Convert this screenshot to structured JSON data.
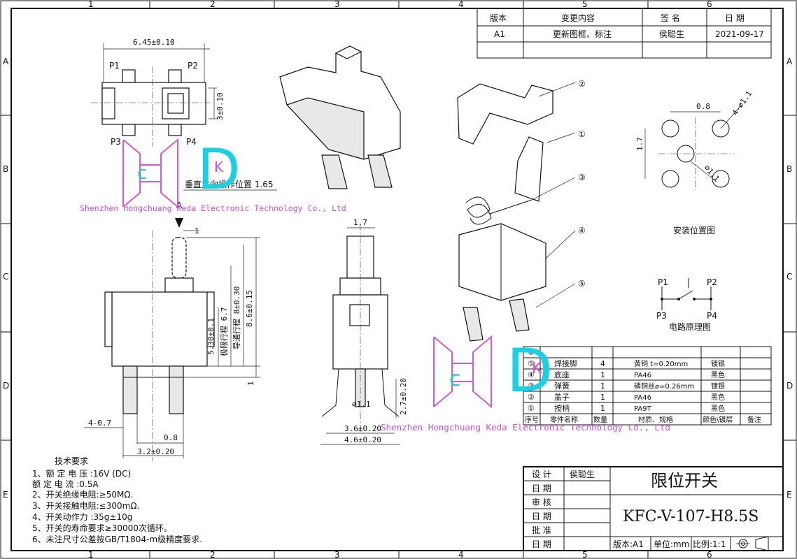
{
  "frame": {
    "columns": [
      "1",
      "2",
      "3",
      "4",
      "5",
      "6"
    ],
    "rows": [
      "A",
      "B",
      "C",
      "D",
      "E"
    ]
  },
  "revision_table": {
    "headers": [
      "版本",
      "变更内容",
      "签 名",
      "日 期"
    ],
    "row": [
      "A1",
      "更新图框、标注",
      "侯聪生",
      "2021-09-17"
    ]
  },
  "watermark": {
    "company": "Shenzhen Hongchuang Keda Electronic Technology Co., Ltd",
    "logo_letters": [
      "H",
      "c",
      "D",
      "K"
    ]
  },
  "front_view": {
    "width_dim": "6.45±0.10",
    "height_dim": "3±0.10",
    "pins": [
      "P1",
      "P2",
      "P3",
      "P4"
    ],
    "op_position": "垂直方向操作位置 1.65",
    "arrow_label": "A"
  },
  "side_view": {
    "dims": [
      "1",
      "5.30±0.1",
      "极限行程 6.7",
      "导通行程 8±0.30",
      "8.6±0.15",
      "1",
      "4-0.7",
      "0.8",
      "3.2±0.20"
    ]
  },
  "end_view": {
    "dims": [
      "1.7",
      "⌀1.1",
      "2.7±0.20",
      "3.6±0.20",
      "4.6±0.20"
    ]
  },
  "exploded_labels": [
    "②",
    "①",
    "③",
    "④",
    "⑤"
  ],
  "install_pattern": {
    "dims": [
      "0.8",
      "1.7",
      "4-⌀1.1",
      "⌀1.1"
    ],
    "title": "安装位置图"
  },
  "circuit": {
    "pins": [
      "P1",
      "P2",
      "P3",
      "P4"
    ],
    "title": "电路原理图"
  },
  "bom": {
    "rows": [
      {
        "no": "⑥",
        "name": "",
        "qty": "",
        "material": "",
        "color": "",
        "note": ""
      },
      {
        "no": "⑤",
        "name": "焊接脚",
        "qty": "4",
        "material": "黄铜 t=0.20mm",
        "color": "镀银",
        "note": ""
      },
      {
        "no": "④",
        "name": "底座",
        "qty": "1",
        "material": "PA46",
        "color": "黑色",
        "note": ""
      },
      {
        "no": "③",
        "name": "弹簧",
        "qty": "1",
        "material": "磷铜丝⌀=0.26mm",
        "color": "镀银",
        "note": ""
      },
      {
        "no": "②",
        "name": "盖子",
        "qty": "1",
        "material": "PA46",
        "color": "黑色",
        "note": ""
      },
      {
        "no": "①",
        "name": "按柄",
        "qty": "1",
        "material": "PA9T",
        "color": "黑色",
        "note": ""
      }
    ],
    "headers": [
      "序号",
      "零件名称",
      "数量",
      "材质、规格",
      "颜色\\镀层",
      "备注"
    ]
  },
  "tech_requirements": {
    "title": "技术要求",
    "lines": [
      "1、额 定 电 压 :16V (DC)",
      "   额 定 电 流 :0.5A",
      "2、开关绝缘电阻:≥50MΩ.",
      "3、开关接触电阻:≤300mΩ.",
      "4、开关动作力  :35g±10g",
      "5、开关的寿命要求≥30000次循环。",
      "6、未注尺寸公差按GB/T1804-m级精度要求."
    ]
  },
  "title_block": {
    "rows": [
      "设 计",
      "日 期",
      "审 核",
      "日 期",
      "批 准",
      "日 期"
    ],
    "designer": "侯聪生",
    "product_name": "限位开关",
    "part_number": "KFC-V-107-H8.5S",
    "version": "版本:A1",
    "unit": "单位:mm",
    "scale": "比例:1:1"
  }
}
